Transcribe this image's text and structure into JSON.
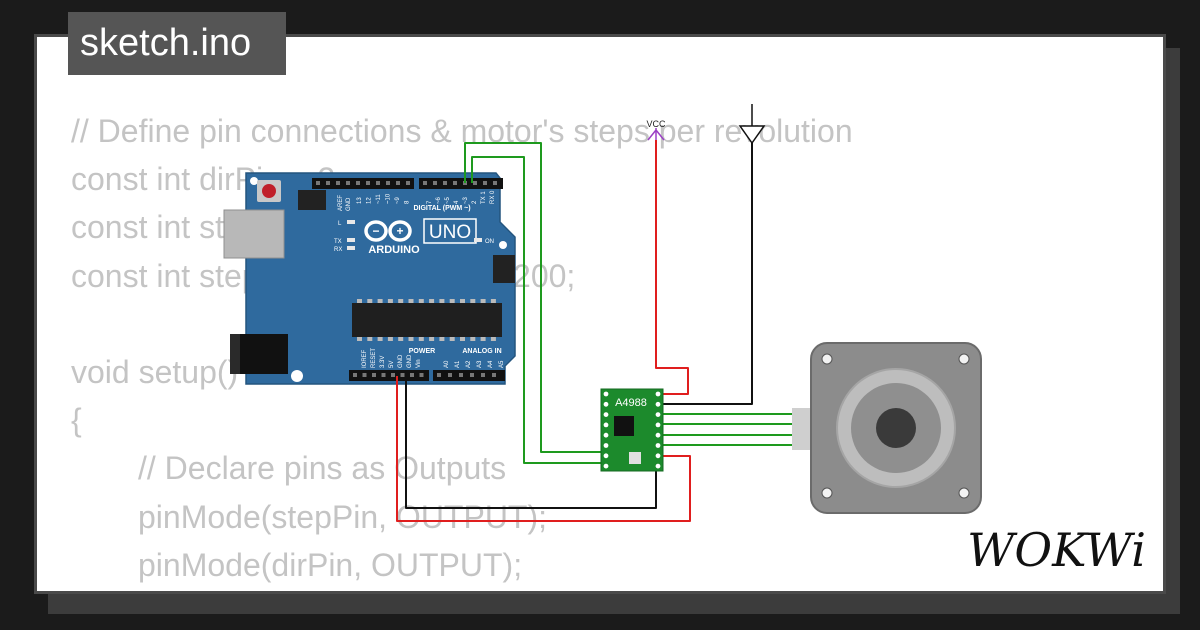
{
  "file_tab": {
    "title": "sketch.ino"
  },
  "code": {
    "lines": [
      "// Define pin connections & motor's steps per revolution",
      "const int dirPin = 2;",
      "const int stepPin = 3;",
      "const int stepsPerRevolution = 200;",
      "",
      "void setup()",
      "{",
      "// Declare pins as Outputs",
      "pinMode(stepPin, OUTPUT);",
      "pinMode(dirPin, OUTPUT);",
      "}"
    ]
  },
  "arduino": {
    "model": "UNO",
    "brand": "ARDUINO",
    "digital_label": "DIGITAL (PWM ~)",
    "power_label": "POWER",
    "analog_label": "ANALOG IN",
    "aref_label": "AREF",
    "gnd_label": "GND",
    "digital_pins": [
      "13",
      "12",
      "~11",
      "~10",
      "~9",
      "8",
      "7",
      "~6",
      "~5",
      "4",
      "~3",
      "2",
      "TX 1",
      "RX 0"
    ],
    "power_pins": [
      "IOREF",
      "RESET",
      "3.3V",
      "5V",
      "GND",
      "GND",
      "Vin"
    ],
    "analog_pins": [
      "A0",
      "A1",
      "A2",
      "A3",
      "A4",
      "A5"
    ],
    "led_l": "L",
    "led_tx": "TX",
    "led_rx": "RX",
    "led_on": "ON"
  },
  "driver": {
    "label": "A4988"
  },
  "power": {
    "vcc_label": "VCC"
  },
  "logo": {
    "text": "WOKWi"
  },
  "colors": {
    "board_blue": "#2f6a9e",
    "wire_green": "#1e9a1e",
    "wire_red": "#e01e1e",
    "wire_black": "#111111",
    "vcc_purple": "#9b3fc5",
    "driver_green": "#1c8a2c",
    "motor_gray": "#8c8c8c"
  },
  "icons": [
    "vcc-symbol",
    "ground-symbol",
    "usb-port-icon",
    "reset-button-icon",
    "power-jack-icon",
    "arduino-infinity-logo"
  ]
}
